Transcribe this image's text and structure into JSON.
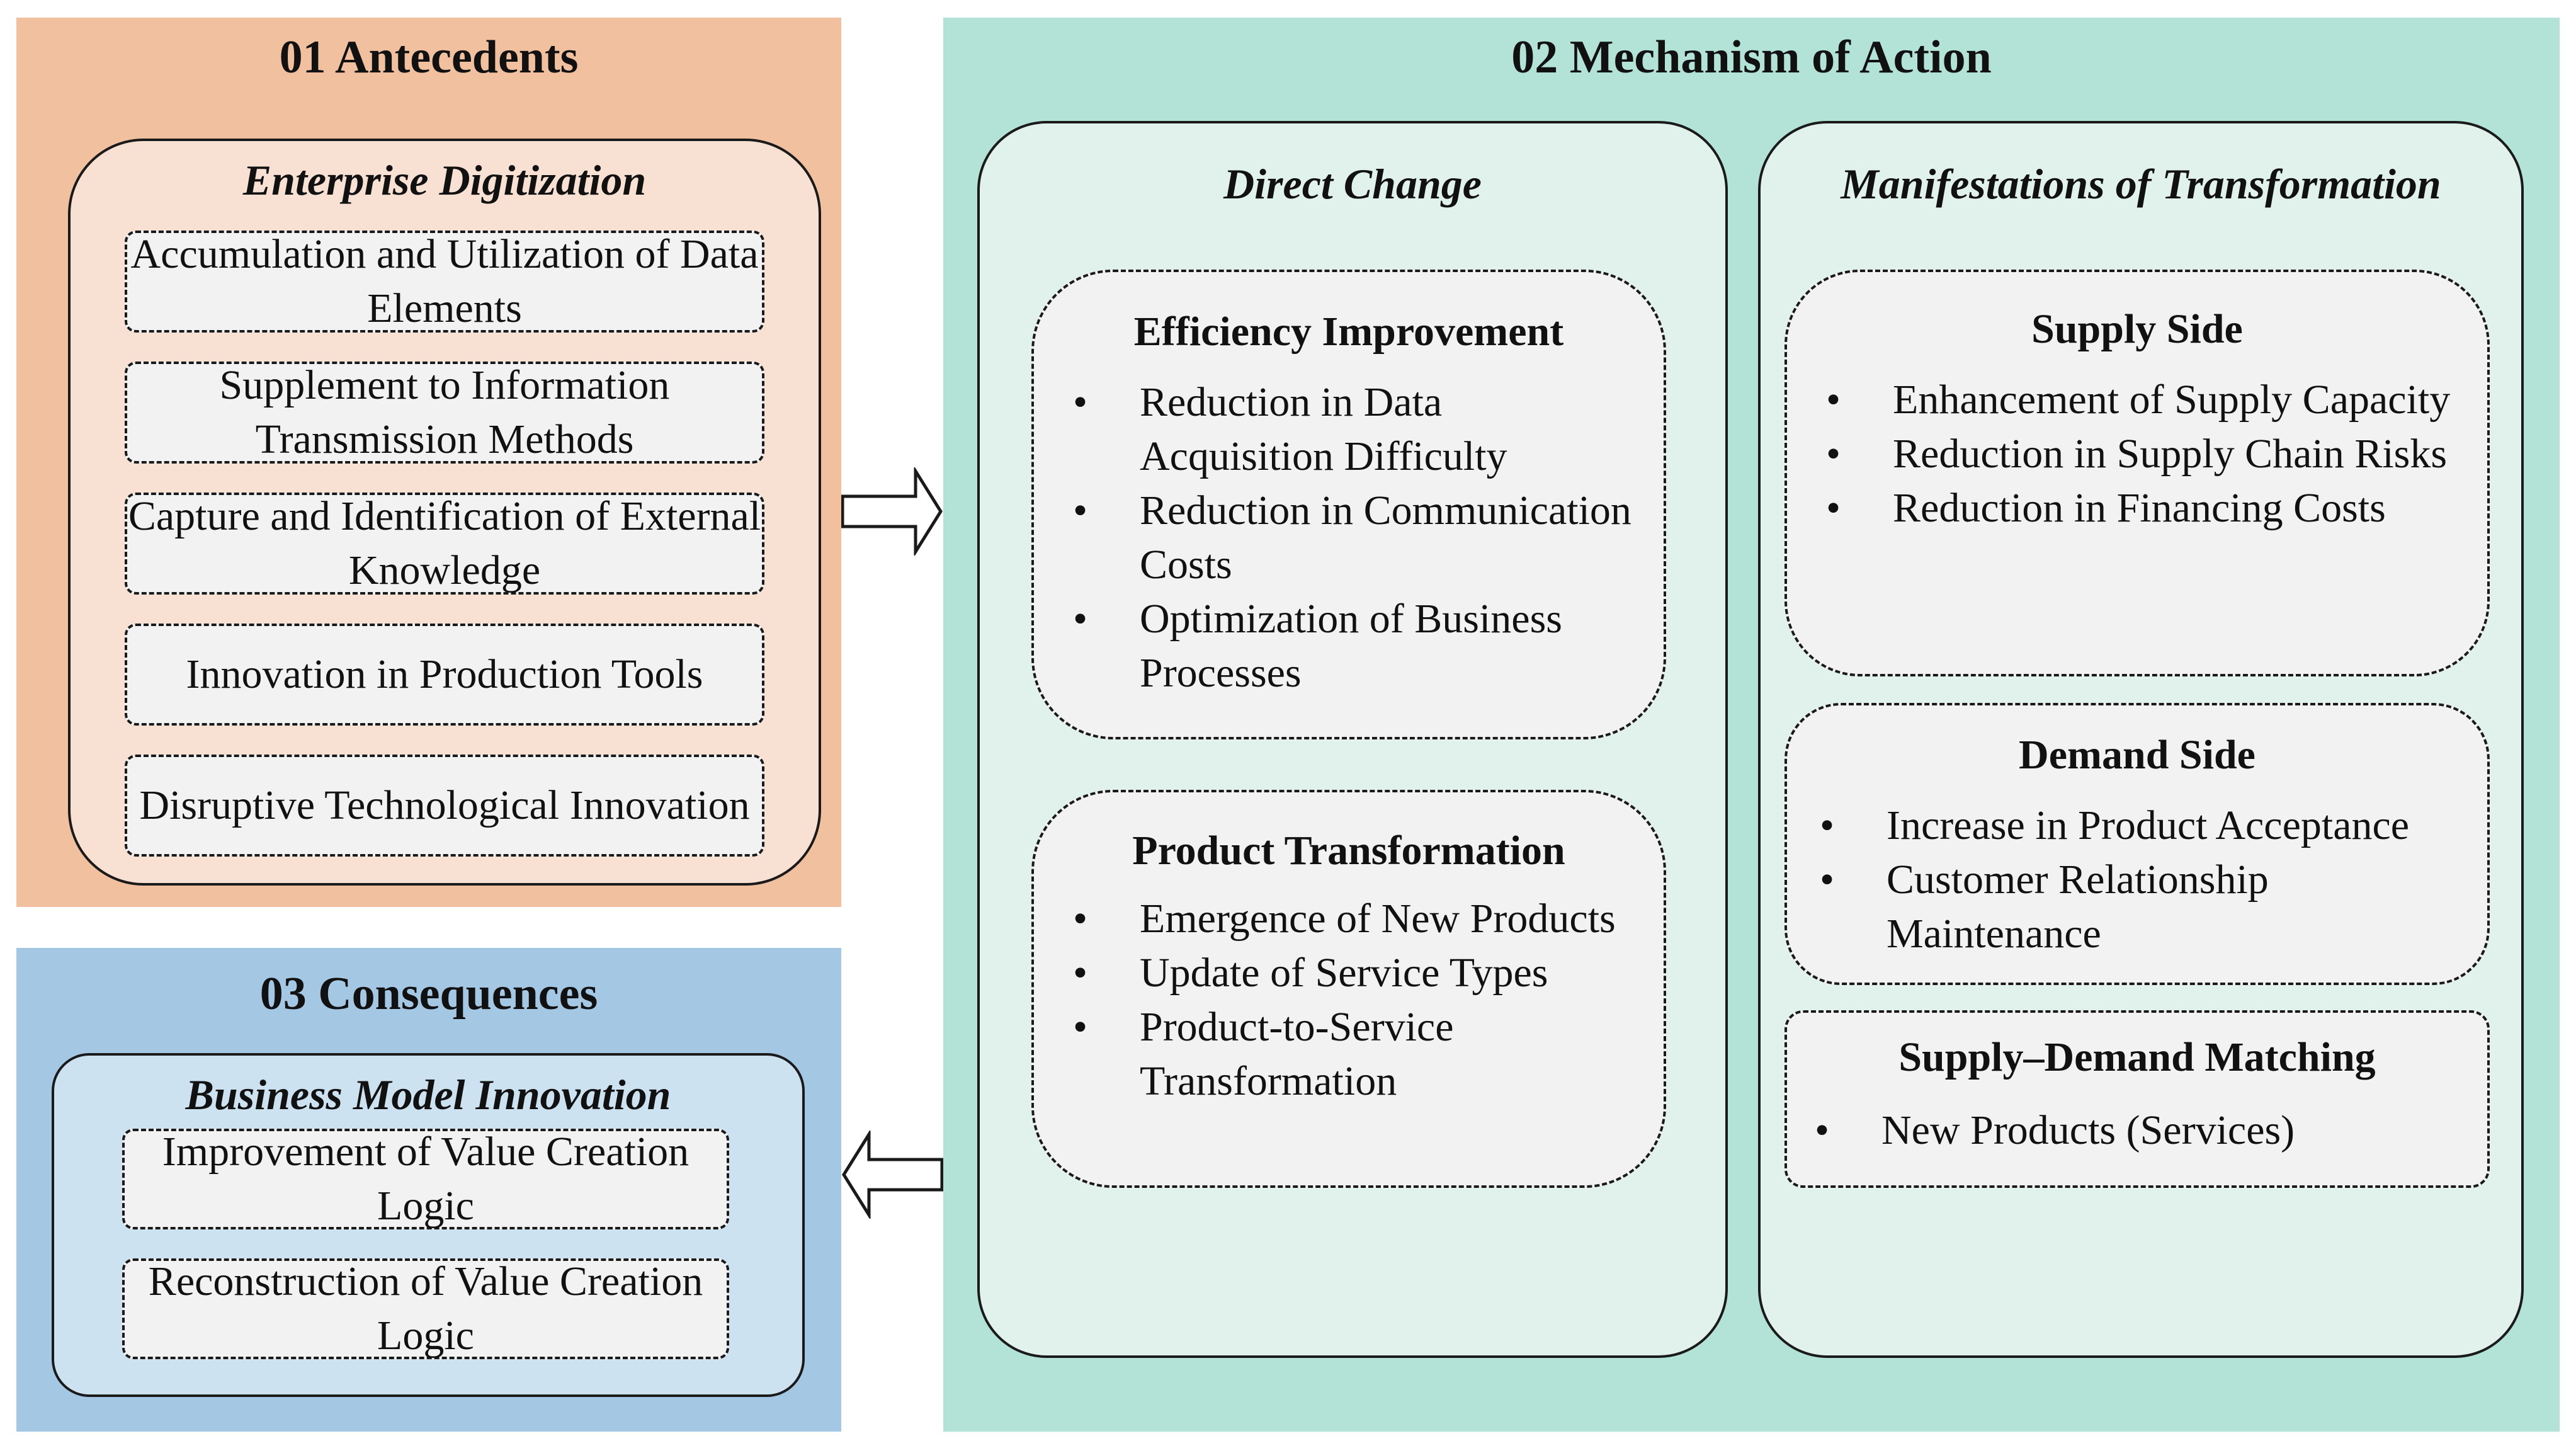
{
  "antecedents": {
    "title": "01 Antecedents",
    "group": {
      "title": "Enterprise Digitization",
      "items": [
        "Accumulation and Utilization of Data Elements",
        "Supplement to Information Transmission Methods",
        "Capture and Identification of External Knowledge",
        "Innovation in Production Tools",
        "Disruptive Technological Innovation"
      ]
    }
  },
  "consequences": {
    "title": "03 Consequences",
    "group": {
      "title": "Business Model Innovation",
      "items": [
        "Improvement of Value Creation Logic",
        "Reconstruction of Value Creation Logic"
      ]
    }
  },
  "mechanism": {
    "title": "02 Mechanism of Action",
    "direct_change": {
      "title": "Direct Change",
      "efficiency": {
        "title": "Efficiency Improvement",
        "bullets": [
          "Reduction in Data Acquisition Difficulty",
          "Reduction in Communication Costs",
          "Optimization of Business Processes"
        ]
      },
      "product": {
        "title": "Product Transformation",
        "bullets": [
          "Emergence of New Products",
          "Update of Service Types",
          "Product-to-Service Transformation"
        ]
      }
    },
    "manifestations": {
      "title": "Manifestations of Transformation",
      "supply": {
        "title": "Supply Side",
        "bullets": [
          "Enhancement of Supply Capacity",
          "Reduction in Supply Chain Risks",
          "Reduction in Financing Costs"
        ]
      },
      "demand": {
        "title": "Demand Side",
        "bullets": [
          "Increase in Product Acceptance",
          "Customer Relationship Maintenance"
        ]
      },
      "matching": {
        "title": "Supply–Demand Matching",
        "bullets": [
          "New Products (Services)"
        ]
      }
    }
  },
  "arrows": {
    "antecedents_to_mechanism": "right",
    "mechanism_to_consequences": "left"
  },
  "colors": {
    "antecedents_bg": "#f1c19f",
    "antecedents_inner": "#f8e1d2",
    "mechanism_bg": "#b2e3d6",
    "mechanism_inner": "#e1f2ec",
    "consequences_bg": "#a4c7e3",
    "consequences_inner": "#cde2f0",
    "box_fill": "#f2f2f2"
  }
}
